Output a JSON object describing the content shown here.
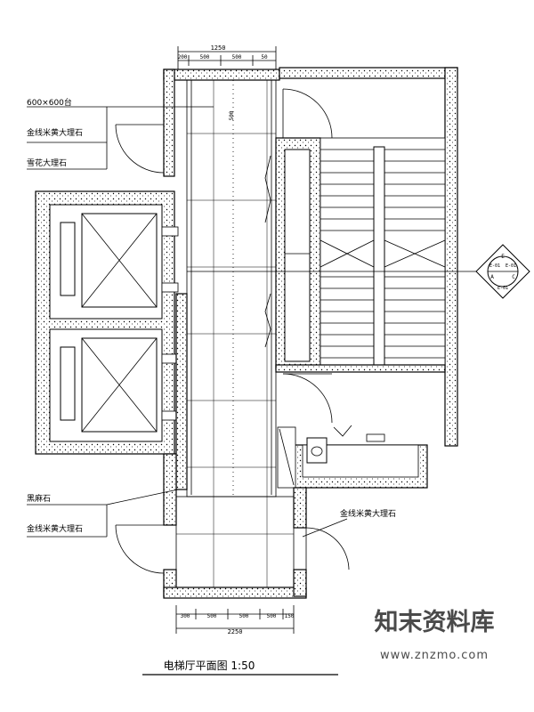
{
  "drawing": {
    "title": "电梯厅平面图 1:50",
    "top_dimensions": {
      "total": "1250",
      "segments": [
        "200",
        "500",
        "500",
        "50"
      ]
    },
    "bottom_dimensions": {
      "total": "2250",
      "segments": [
        "300",
        "500",
        "500",
        "500",
        "150"
      ]
    },
    "labels": {
      "tile_spec": "600×600台",
      "left_upper_1": "金线米黄大理石",
      "left_upper_2": "雪花大理石",
      "left_lower_1": "黑麻石",
      "left_lower_2": "金线米黄大理石",
      "right_lower": "金线米黄大理石"
    },
    "section_marker": {
      "top": "E",
      "left": "E-01",
      "right": "E-01",
      "center_left": "A",
      "center_right": "C",
      "bottom": "E-01"
    },
    "tile_dimension_mark": "500"
  },
  "watermark": {
    "brand": "知末资料库",
    "url": "www.znzmo.com"
  }
}
